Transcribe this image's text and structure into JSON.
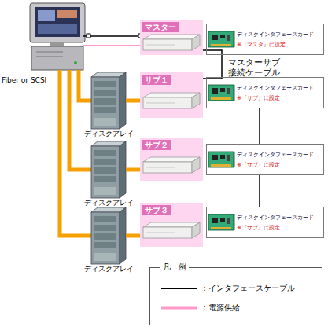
{
  "diagram": {
    "nodes": [
      {
        "text": [
          "マスター"
        ]
      },
      {
        "text": [
          "ディスクインタフェースカード",
          "※『マスタ』に設定"
        ]
      },
      {
        "text": [
          "ディスクアレイ"
        ]
      },
      {
        "text": [
          "サブ１"
        ]
      },
      {
        "text": [
          "ディスクインタフェースカード",
          "※『サブ』に設定"
        ]
      },
      {
        "text": [
          "ディスクアレイ"
        ]
      },
      {
        "text": [
          "サブ２"
        ]
      },
      {
        "text": [
          "ディスクインタフェースカード",
          "※『サブ』に設定"
        ]
      },
      {
        "text": [
          "ディスクアレイ"
        ]
      },
      {
        "text": [
          "サブ３"
        ]
      },
      {
        "text": [
          "ディスクインタフェースカード",
          "※『サブ』に設定"
        ]
      }
    ],
    "edges": [
      {
        "from": 0,
        "to": 3,
        "arrow": "none"
      },
      {
        "from": 4,
        "to": 7,
        "arrow": "none"
      },
      {
        "from": 7,
        "to": 10,
        "arrow": "none"
      },
      {
        "from": 2,
        "to": 3,
        "arrow": "none"
      },
      {
        "from": 5,
        "to": 6,
        "arrow": "none"
      },
      {
        "from": 8,
        "to": 9,
        "arrow": "none"
      }
    ],
    "labels": [
      "Fiber or SCSI",
      "マスターサブ 接続ケーブル",
      "凡　例"
    ],
    "legend": [
      {
        "text": "：インタフェースケーブル"
      },
      {
        "text": "：電源供給"
      }
    ]
  }
}
